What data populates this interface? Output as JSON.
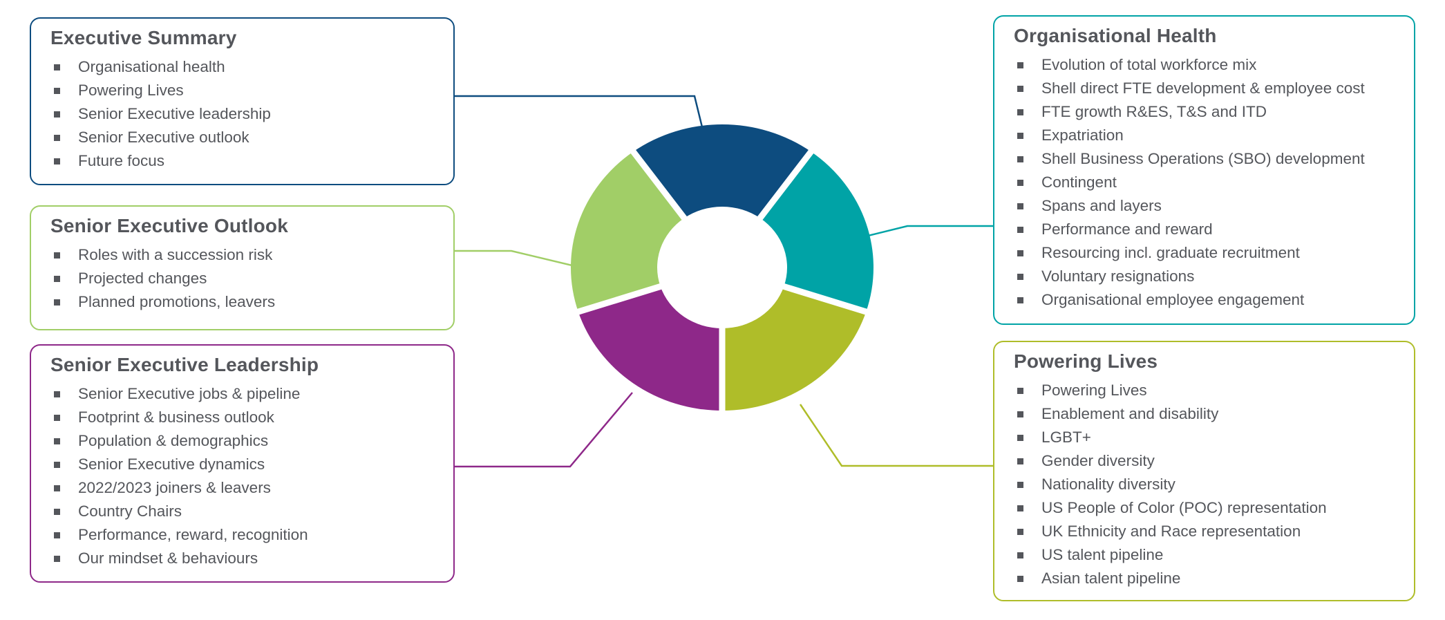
{
  "boxes": [
    {
      "title": "Executive Summary",
      "color": "#0D4C7F",
      "items": [
        "Organisational health",
        "Powering Lives",
        "Senior Executive leadership",
        "Senior Executive outlook",
        "Future focus"
      ]
    },
    {
      "title": "Senior Executive Outlook",
      "color": "#A1CE67",
      "items": [
        "Roles with a succession risk",
        "Projected changes",
        "Planned promotions, leavers"
      ]
    },
    {
      "title": "Senior Executive Leadership",
      "color": "#8E2889",
      "items": [
        "Senior Executive jobs & pipeline",
        "Footprint & business outlook",
        "Population & demographics",
        "Senior Executive dynamics",
        "2022/2023 joiners & leavers",
        "Country Chairs",
        "Performance, reward, recognition",
        "Our mindset & behaviours"
      ]
    },
    {
      "title": "Organisational Health",
      "color": "#00A3A6",
      "items": [
        "Evolution of total workforce mix",
        "Shell direct FTE development & employee cost",
        "FTE growth R&ES, T&S and ITD",
        "Expatriation",
        "Shell Business Operations (SBO) development",
        "Contingent",
        "Spans and layers",
        "Performance and reward",
        "Resourcing incl. graduate recruitment",
        "Voluntary resignations",
        "Organisational employee engagement"
      ]
    },
    {
      "title": "Powering Lives",
      "color": "#AFBD29",
      "items": [
        "Powering Lives",
        "Enablement and disability",
        "LGBT+",
        "Gender diversity",
        "Nationality diversity",
        "US People of Color (POC) representation",
        "UK Ethnicity and Race representation",
        "US talent pipeline",
        "Asian talent pipeline"
      ]
    }
  ],
  "text_color": "#54565B",
  "chart_data": {
    "type": "pie",
    "donut": true,
    "title": "",
    "legend_position": "none",
    "segments": [
      {
        "label": "Executive Summary",
        "value": 20,
        "color": "#0D4C7F",
        "position": "top"
      },
      {
        "label": "Organisational Health",
        "value": 20,
        "color": "#00A3A6",
        "position": "upper-right"
      },
      {
        "label": "Powering Lives",
        "value": 20,
        "color": "#AFBD29",
        "position": "lower-right"
      },
      {
        "label": "Senior Executive Leadership",
        "value": 20,
        "color": "#8E2889",
        "position": "lower-left"
      },
      {
        "label": "Senior Executive Outlook",
        "value": 20,
        "color": "#A1CE67",
        "position": "upper-left"
      }
    ]
  }
}
